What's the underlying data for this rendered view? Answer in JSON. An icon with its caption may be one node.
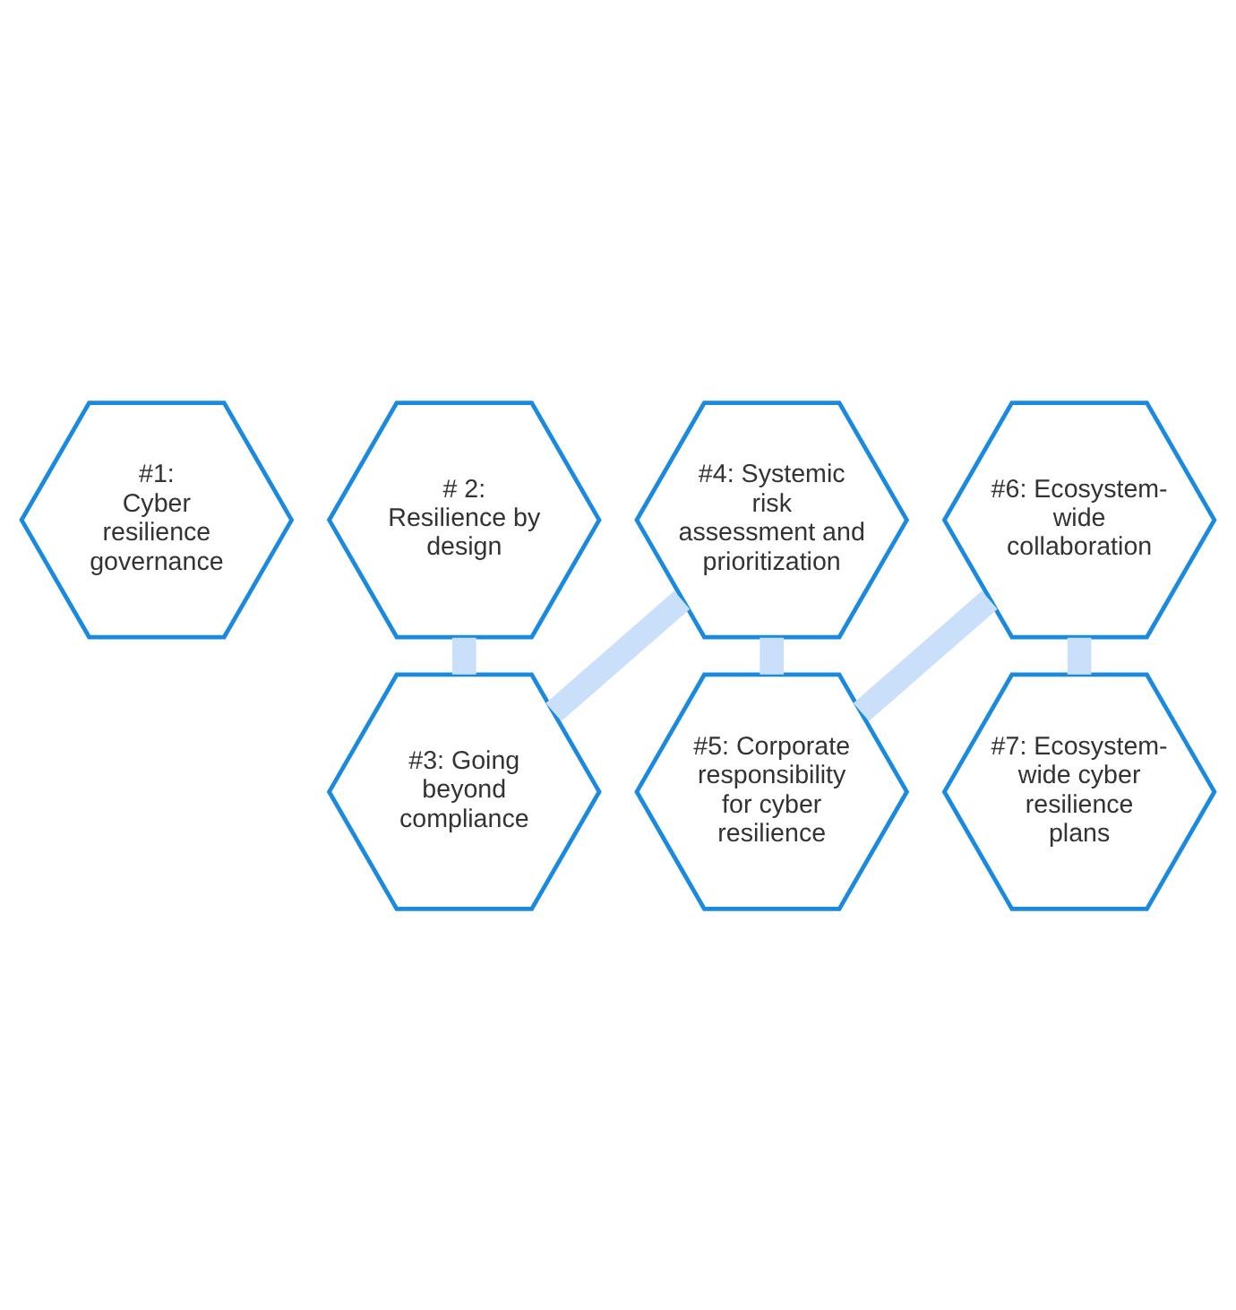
{
  "diagram": {
    "nodes": [
      {
        "text": [
          "#1:",
          "Cyber resilience governance"
        ]
      },
      {
        "text": [
          "# 2: Resilience by design"
        ]
      },
      {
        "text": [
          "#3: Going beyond compliance"
        ]
      },
      {
        "text": [
          "#4: Systemic risk assessment and prioritization"
        ]
      },
      {
        "text": [
          "#5: Corporate responsibility for cyber resilience"
        ]
      },
      {
        "text": [
          "#6: Ecosystem-wide collaboration"
        ]
      },
      {
        "text": [
          "#7: Ecosystem-wide cyber resilience plans"
        ]
      }
    ],
    "edges": [
      {
        "from": 1,
        "to": 2,
        "arrow": "none"
      },
      {
        "from": 2,
        "to": 3,
        "arrow": "none"
      },
      {
        "from": 3,
        "to": 4,
        "arrow": "none"
      },
      {
        "from": 4,
        "to": 5,
        "arrow": "none"
      },
      {
        "from": 5,
        "to": 6,
        "arrow": "none"
      }
    ]
  }
}
